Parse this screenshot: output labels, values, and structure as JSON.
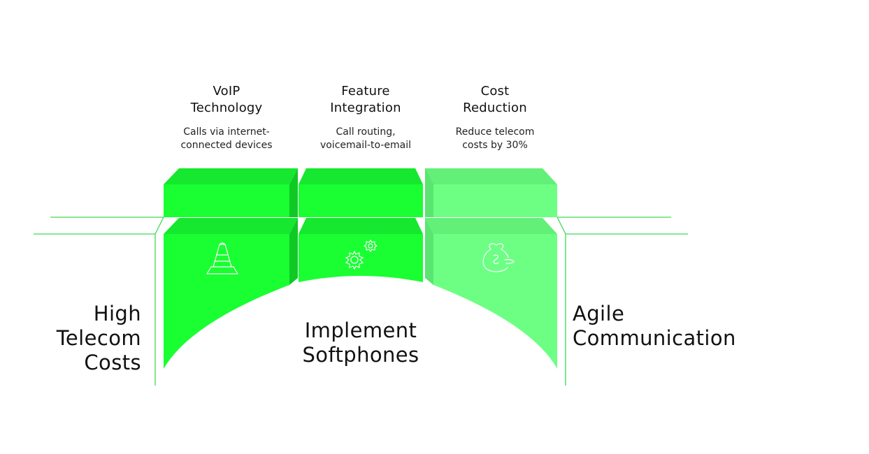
{
  "left_label": [
    "High",
    "Telecom",
    "Costs"
  ],
  "right_label": [
    "Agile",
    "Communication"
  ],
  "center_label": [
    "Implement",
    "Softphones"
  ],
  "columns": [
    {
      "title": [
        "VoIP",
        "Technology"
      ],
      "description": [
        "Calls via internet-",
        "connected devices"
      ],
      "icon": "traffic-cone-icon",
      "color": "#19ff32"
    },
    {
      "title": [
        "Feature",
        "Integration"
      ],
      "description": [
        "Call routing,",
        "voicemail-to-email"
      ],
      "icon": "gears-icon",
      "color": "#19ff32"
    },
    {
      "title": [
        "Cost",
        "Reduction"
      ],
      "description": [
        "Reduce telecom",
        "costs by 30%"
      ],
      "icon": "money-bag-icon",
      "color": "#6dff84"
    }
  ],
  "colors": {
    "bright_green": "#19ff32",
    "light_green": "#6dff84",
    "line_green": "#3ddc54",
    "dark_edge": "#0fc925"
  }
}
